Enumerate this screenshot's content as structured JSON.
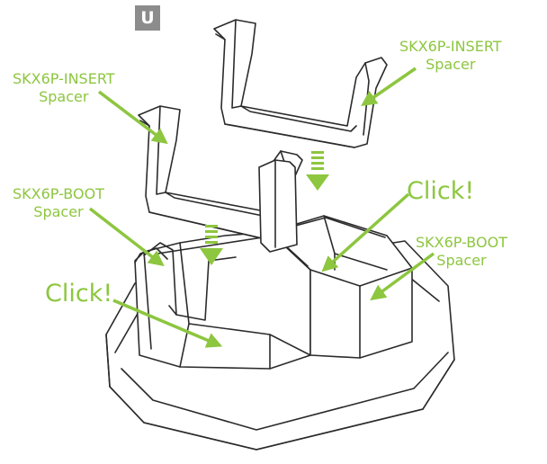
{
  "step_badge": "U",
  "labels": {
    "insert_right": {
      "line1": "SKX6P-INSERT",
      "line2": "Spacer"
    },
    "insert_left": {
      "line1": "SKX6P-INSERT",
      "line2": "Spacer"
    },
    "boot_left": {
      "line1": "SKX6P-BOOT",
      "line2": "Spacer"
    },
    "boot_right": {
      "line1": "SKX6P-BOOT",
      "line2": "Spacer"
    },
    "click_right": "Click!",
    "click_left": "Click!"
  },
  "colors": {
    "accent": "#8dc63f",
    "line": "#2b2b2b",
    "badge": "#8c8c8c"
  }
}
